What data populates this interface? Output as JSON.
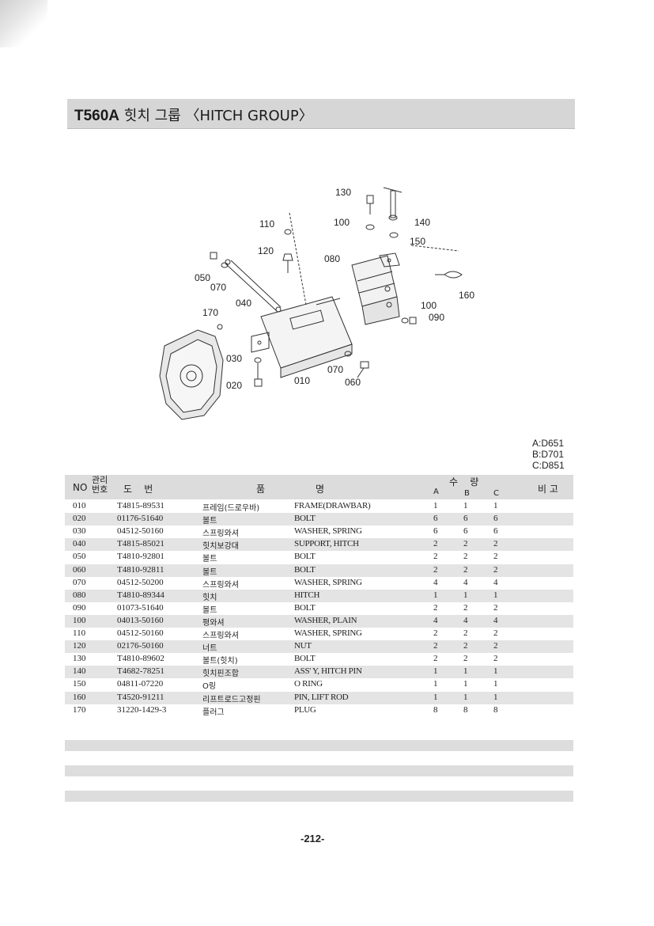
{
  "title": {
    "model": "T560A",
    "text": "힛치 그룹 〈HITCH GROUP〉"
  },
  "diagram": {
    "labels": [
      "130",
      "140",
      "110",
      "100",
      "150",
      "120",
      "080",
      "050",
      "070",
      "040",
      "160",
      "170",
      "100",
      "090",
      "030",
      "070",
      "020",
      "010",
      "060"
    ]
  },
  "variants": [
    "A:D651",
    "B:D701",
    "C:D851"
  ],
  "table": {
    "headers": {
      "no": "NO",
      "mgmt": "관리\n번호",
      "drawing": "도    번",
      "name_left": "품",
      "name_right": "명",
      "qty": "수    량",
      "a": "A",
      "b": "B",
      "c": "C",
      "remarks": "비 고"
    },
    "rows": [
      {
        "no": "010",
        "code": "T4815-89531",
        "kr": "프레임(드로우바)",
        "en": "FRAME(DRAWBAR)",
        "a": "1",
        "b": "1",
        "c": "1"
      },
      {
        "no": "020",
        "code": "01176-51640",
        "kr": "볼트",
        "en": "BOLT",
        "a": "6",
        "b": "6",
        "c": "6"
      },
      {
        "no": "030",
        "code": "04512-50160",
        "kr": "스프링와셔",
        "en": "WASHER, SPRING",
        "a": "6",
        "b": "6",
        "c": "6"
      },
      {
        "no": "040",
        "code": "T4815-85021",
        "kr": "힛치보강대",
        "en": "SUPPORT, HITCH",
        "a": "2",
        "b": "2",
        "c": "2"
      },
      {
        "no": "050",
        "code": "T4810-92801",
        "kr": "볼트",
        "en": "BOLT",
        "a": "2",
        "b": "2",
        "c": "2"
      },
      {
        "no": "060",
        "code": "T4810-92811",
        "kr": "볼트",
        "en": "BOLT",
        "a": "2",
        "b": "2",
        "c": "2"
      },
      {
        "no": "070",
        "code": "04512-50200",
        "kr": "스프링와셔",
        "en": "WASHER, SPRING",
        "a": "4",
        "b": "4",
        "c": "4"
      },
      {
        "no": "080",
        "code": "T4810-89344",
        "kr": "힛치",
        "en": "HITCH",
        "a": "1",
        "b": "1",
        "c": "1"
      },
      {
        "no": "090",
        "code": "01073-51640",
        "kr": "볼트",
        "en": "BOLT",
        "a": "2",
        "b": "2",
        "c": "2"
      },
      {
        "no": "100",
        "code": "04013-50160",
        "kr": "평와셔",
        "en": "WASHER, PLAIN",
        "a": "4",
        "b": "4",
        "c": "4"
      },
      {
        "no": "110",
        "code": "04512-50160",
        "kr": "스프링와셔",
        "en": "WASHER, SPRING",
        "a": "2",
        "b": "2",
        "c": "2"
      },
      {
        "no": "120",
        "code": "02176-50160",
        "kr": "너트",
        "en": "NUT",
        "a": "2",
        "b": "2",
        "c": "2"
      },
      {
        "no": "130",
        "code": "T4810-89602",
        "kr": "볼트(힛치)",
        "en": "BOLT",
        "a": "2",
        "b": "2",
        "c": "2"
      },
      {
        "no": "140",
        "code": "T4682-78251",
        "kr": "힛치핀조합",
        "en": "ASS' Y, HITCH PIN",
        "a": "1",
        "b": "1",
        "c": "1"
      },
      {
        "no": "150",
        "code": "04811-07220",
        "kr": "O링",
        "en": "O RING",
        "a": "1",
        "b": "1",
        "c": "1"
      },
      {
        "no": "160",
        "code": "T4520-91211",
        "kr": "리프트로드고정핀",
        "en": "PIN, LIFT ROD",
        "a": "1",
        "b": "1",
        "c": "1"
      },
      {
        "no": "170",
        "code": "31220-1429-3",
        "kr": "플러그",
        "en": "PLUG",
        "a": "8",
        "b": "8",
        "c": "8"
      }
    ]
  },
  "page_number": "-212-"
}
